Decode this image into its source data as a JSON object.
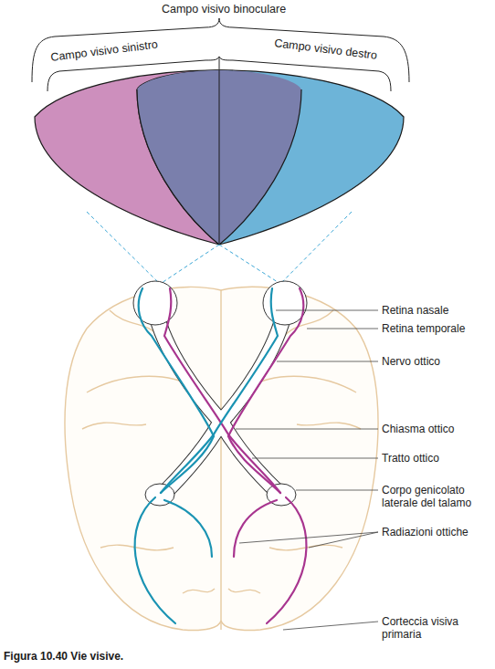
{
  "diagram": {
    "caption": "Figura 10.40 Vie visive.",
    "labels": [
      "Campo visivo binoculare",
      "Campo visivo sinistro",
      "Campo visivo destro",
      "Retina nasale",
      "Retina temporale",
      "Nervo ottico",
      "Chiasma ottico",
      "Tratto ottico",
      "Corpo genicolato laterale del talamo",
      "Radiazioni ottiche",
      "Corteccia visiva primaria"
    ]
  }
}
